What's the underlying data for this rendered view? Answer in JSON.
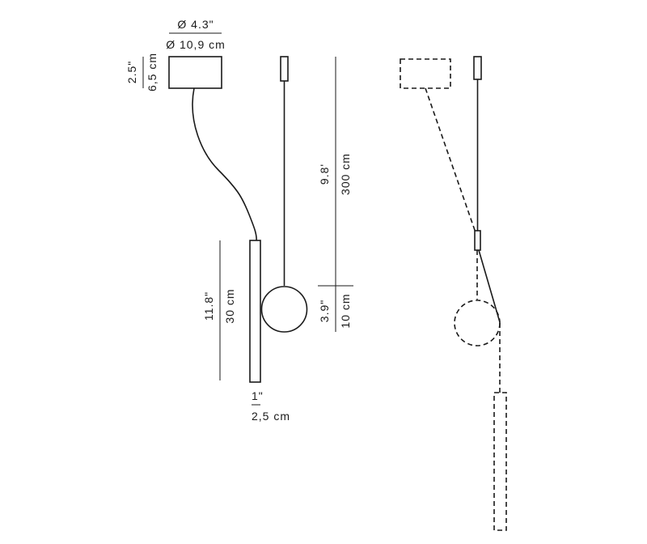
{
  "dimensions": {
    "canopy_diameter_in": "Ø 4.3\"",
    "canopy_diameter_cm": "Ø 10,9 cm",
    "canopy_height_in": "2.5\"",
    "canopy_height_cm": "6,5 cm",
    "cable_length_ft": "9.8'",
    "cable_length_cm": "300 cm",
    "tube_length_in": "11.8\"",
    "tube_length_cm": "30 cm",
    "sphere_diameter_in": "3.9\"",
    "sphere_diameter_cm": "10 cm",
    "tube_diameter_in": "1\"",
    "tube_diameter_cm": "2,5 cm"
  }
}
